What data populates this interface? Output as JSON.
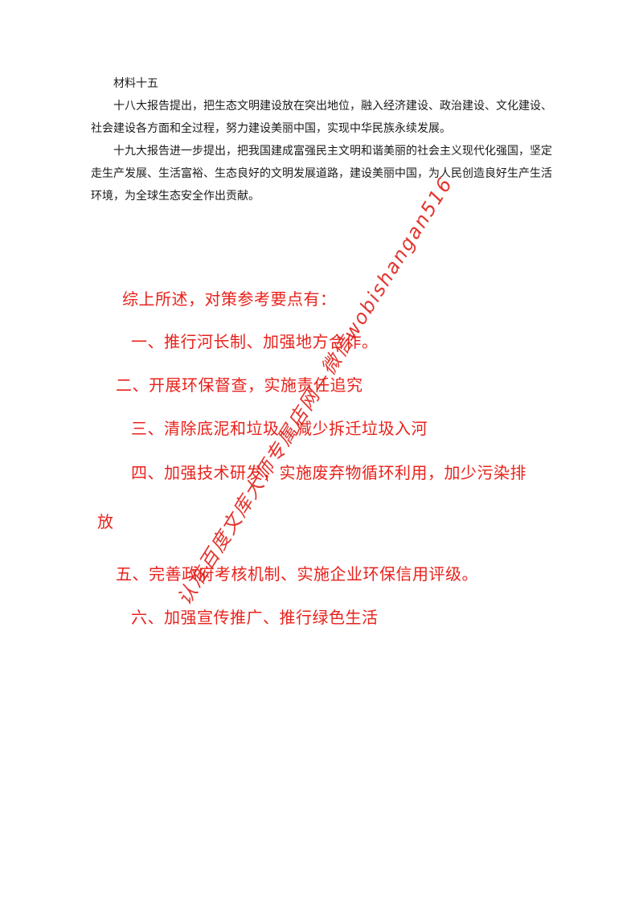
{
  "material": {
    "title": "材料十五",
    "para1": "十八大报告提出，把生态文明建设放在突出地位，融入经济建设、政治建设、文化建设、社会建设各方面和全过程，努力建设美丽中国，实现中华民族永续发展。",
    "para2": "十九大报告进一步提出，把我国建成富强民主文明和谐美丽的社会主义现代化强国，坚定走生产发展、生活富裕、生态良好的文明发展道路，建设美丽中国，为人民创造良好生产生活环境，为全球生态安全作出贡献。"
  },
  "summary": {
    "heading": "综上所述，对策参考要点有：",
    "point1": "一、推行河长制、加强地方合作。",
    "point2": "二、开展环保督查，实施责任追究",
    "point3": "三、清除底泥和垃圾、减少拆迁垃圾入河",
    "point4_line1": "四、加强技术研发，实施废弃物循环利用，加少污染排",
    "point4_line2": "放",
    "point5": "五、完善政府考核机制、实施企业环保信用评级。",
    "point6": "六、加强宣传推广、推行绿色生活"
  },
  "watermark": {
    "text": "认准百度文库大师专属店网—微信wobishangan516"
  },
  "colors": {
    "body_text": "#1a1a1a",
    "summary_text": "#e8221c",
    "watermark": "#e0201a",
    "background": "#ffffff"
  }
}
